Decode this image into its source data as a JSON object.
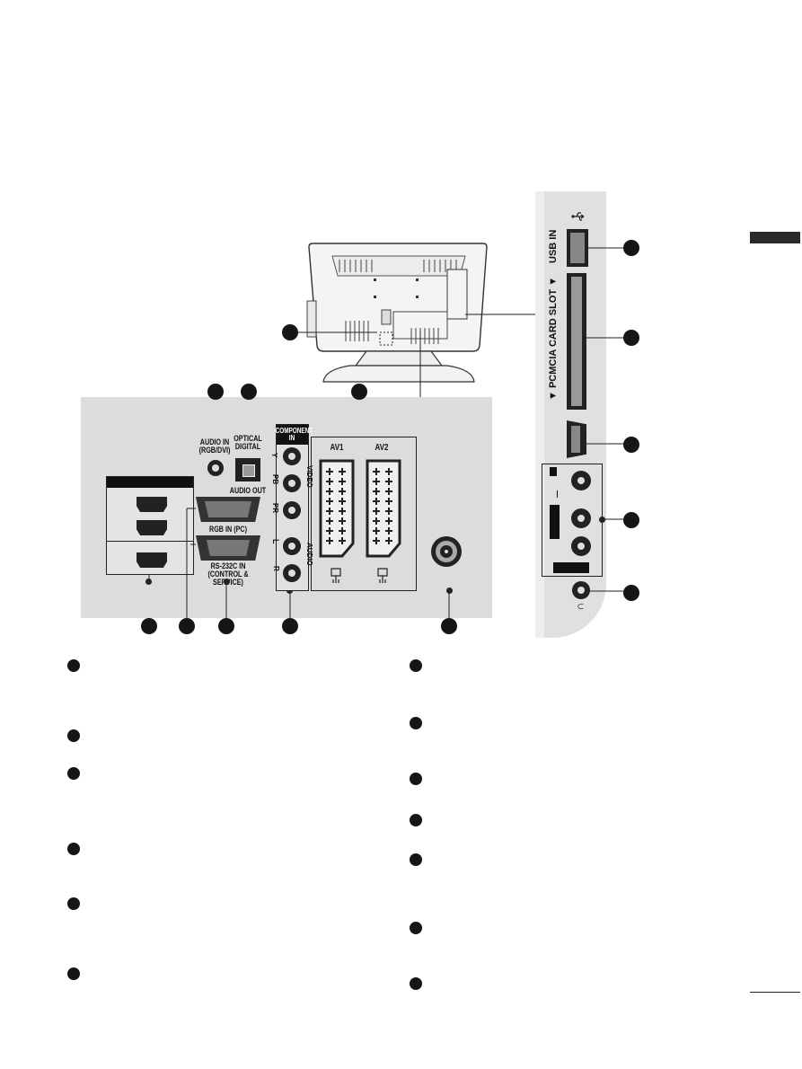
{
  "rear_panel": {
    "audio_in_label": "AUDIO IN\n(RGB/DVI)",
    "optical_label": "OPTICAL\nDIGITAL",
    "audio_out_label": "AUDIO OUT",
    "rgb_in_label": "RGB IN (PC)",
    "rs232c_label": "RS-232C IN\n(CONTROL & SERVICE)",
    "component_label": "COMPONENT\nIN",
    "av1_label": "AV1",
    "av2_label": "AV2",
    "y_label": "Y",
    "pb_label": "PB",
    "pr_label": "PR",
    "video_label": "VIDEO",
    "l_label": "L",
    "r_label": "R",
    "audio_label": "AUDIO"
  },
  "side_panel": {
    "usb_in_label": "USB IN",
    "pcmcia_label": "▼ PCMCIA CARD SLOT ▼",
    "headphone_symbol": "∩"
  }
}
